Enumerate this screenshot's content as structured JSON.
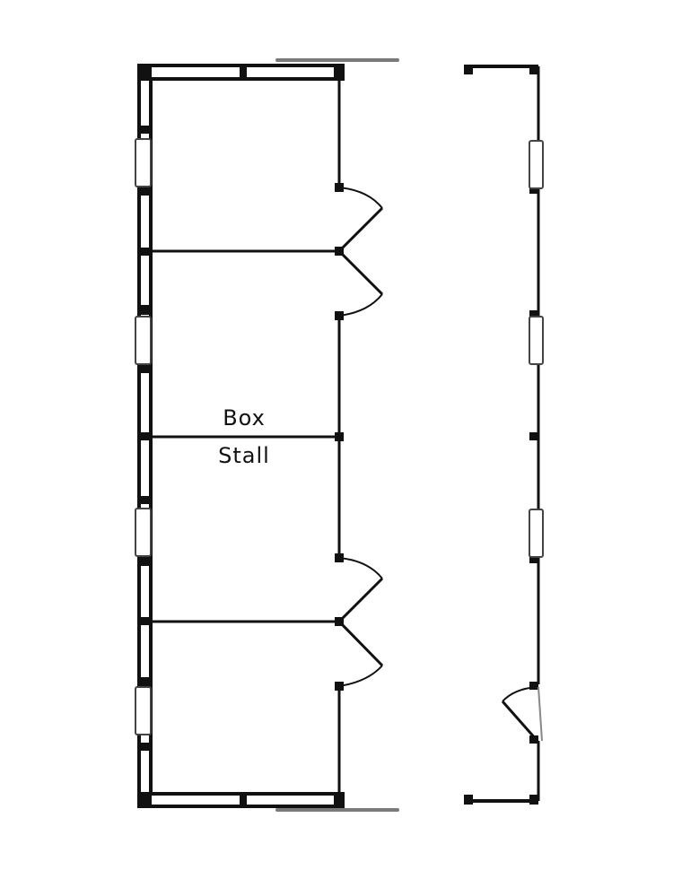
{
  "diagram": {
    "type": "floor-plan",
    "title": "",
    "colors": {
      "wall": "#111111",
      "background": "#ffffff",
      "sliding_door": "#7a7a7a",
      "window": "#ffffff"
    },
    "labels": {
      "stall_line1": "Box",
      "stall_line2": "Stall"
    },
    "structures": [
      {
        "name": "stall-barn",
        "stalls": 4,
        "features": [
          "left wall windows x4",
          "top sliding door",
          "bottom sliding door",
          "double swing doors x2",
          "stall dividers x3"
        ]
      },
      {
        "name": "open-shed",
        "features": [
          "right wall windows x3",
          "swing door x1",
          "open left side"
        ]
      }
    ]
  }
}
